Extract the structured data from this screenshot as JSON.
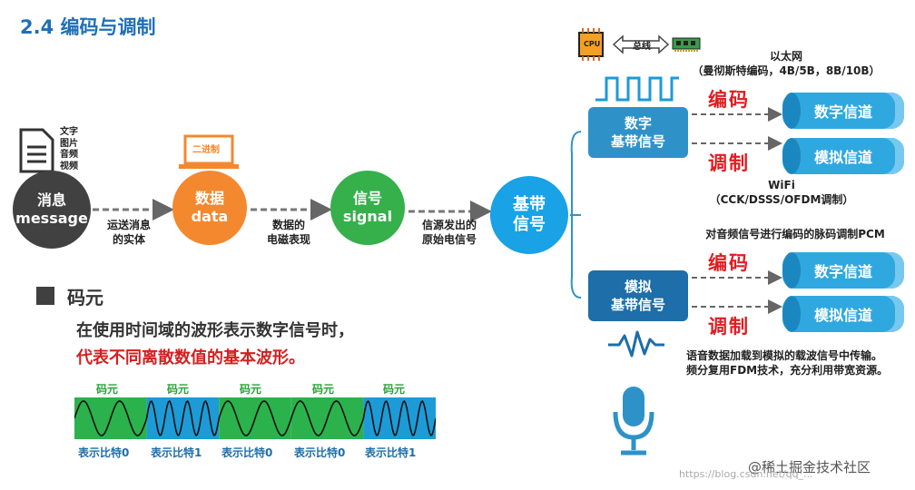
{
  "title": "2.4 编码与调制",
  "doc_labels": [
    "文字",
    "图片",
    "音频",
    "视频"
  ],
  "laptop_text": "二进制",
  "nodes": {
    "message": [
      "消息",
      "message"
    ],
    "data": [
      "数据",
      "data"
    ],
    "signal": [
      "信号",
      "signal"
    ],
    "baseband": [
      "基带",
      "信号"
    ]
  },
  "edge_labels": {
    "msg_to_data": [
      "运送消息",
      "的实体"
    ],
    "data_to_signal": [
      "数据的",
      "电磁表现"
    ],
    "signal_to_base": [
      "信源发出的",
      "原始电信号"
    ]
  },
  "bus": {
    "cpu": "CPU",
    "bus": "总线"
  },
  "ethernet": [
    "以太网",
    "（曼彻斯特编码，4B/5B，8B/10B）"
  ],
  "wifi": [
    "WiFi",
    "（CCK/DSSS/OFDM调制）"
  ],
  "pcm_note": "对音频信号进行编码的脉码调制PCM",
  "voice_note": [
    "语音数据加载到模拟的载波信号中传输。",
    "频分复用FDM技术，充分利用带宽资源。"
  ],
  "digital_box": [
    "数字",
    "基带信号"
  ],
  "analog_box": [
    "模拟",
    "基带信号"
  ],
  "red_labels": {
    "encode": "编码",
    "modulate": "调制"
  },
  "channels": {
    "digital": "数字信道",
    "analog": "模拟信道"
  },
  "section": {
    "heading": "码元",
    "line1": "在使用时间域的波形表示数字信号时，",
    "line2": "代表不同离散数值的基本波形。"
  },
  "waveform": {
    "symbol_label": "码元",
    "bits": [
      "表示比特0",
      "表示比特1",
      "表示比特0",
      "表示比特0",
      "表示比特1"
    ],
    "colors": {
      "bit0": "#2bb24c",
      "bit1": "#1c9bd7"
    }
  },
  "watermark": "@稀土掘金技术社区",
  "url_text": "https://blog.csdn.net/qq_..."
}
